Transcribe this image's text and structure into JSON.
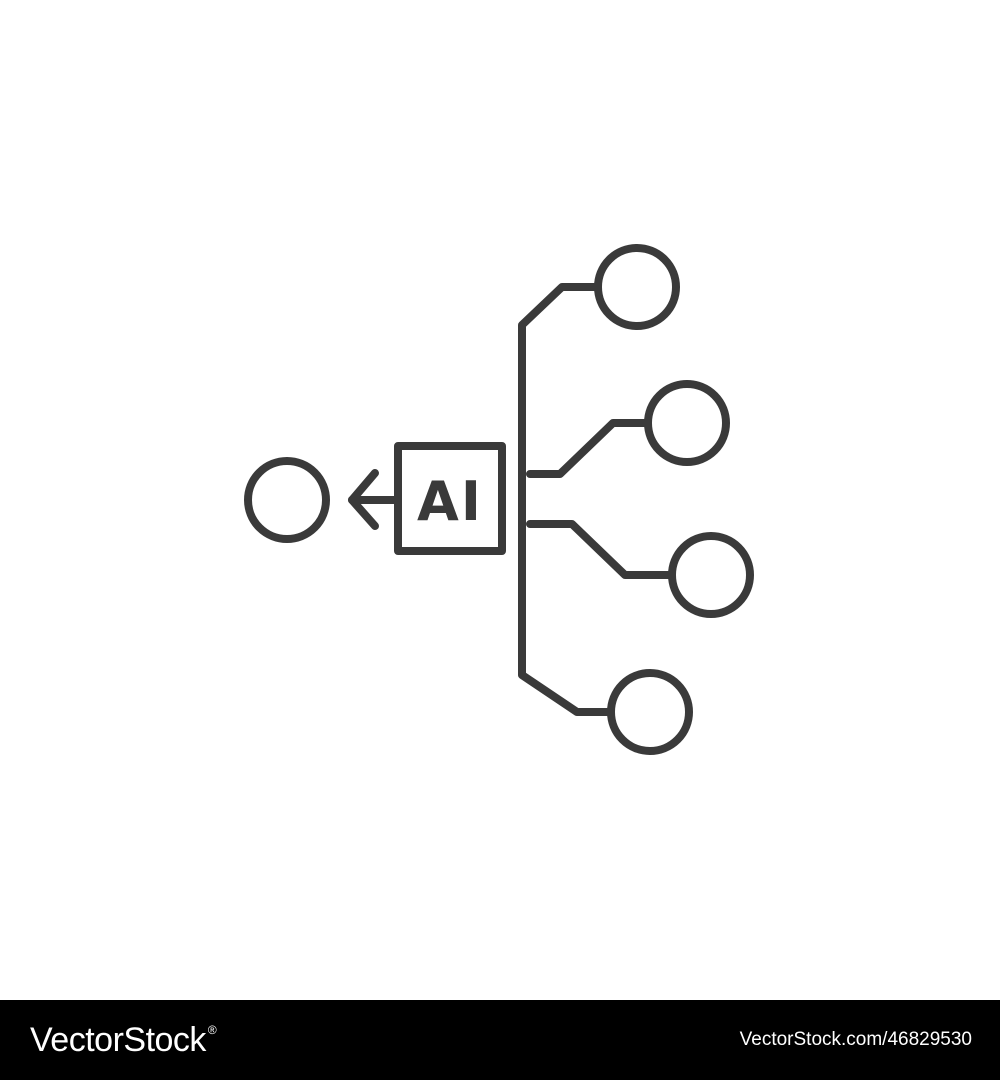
{
  "icon": {
    "name": "ai-network-distribution-icon",
    "label": "AI",
    "stroke_color": "#3a3a3a",
    "background_color": "#ffffff"
  },
  "footer": {
    "brand": "VectorStock",
    "registered_mark": "®",
    "credit": "VectorStock.com/46829530",
    "background_color": "#000000",
    "text_color": "#ffffff"
  }
}
